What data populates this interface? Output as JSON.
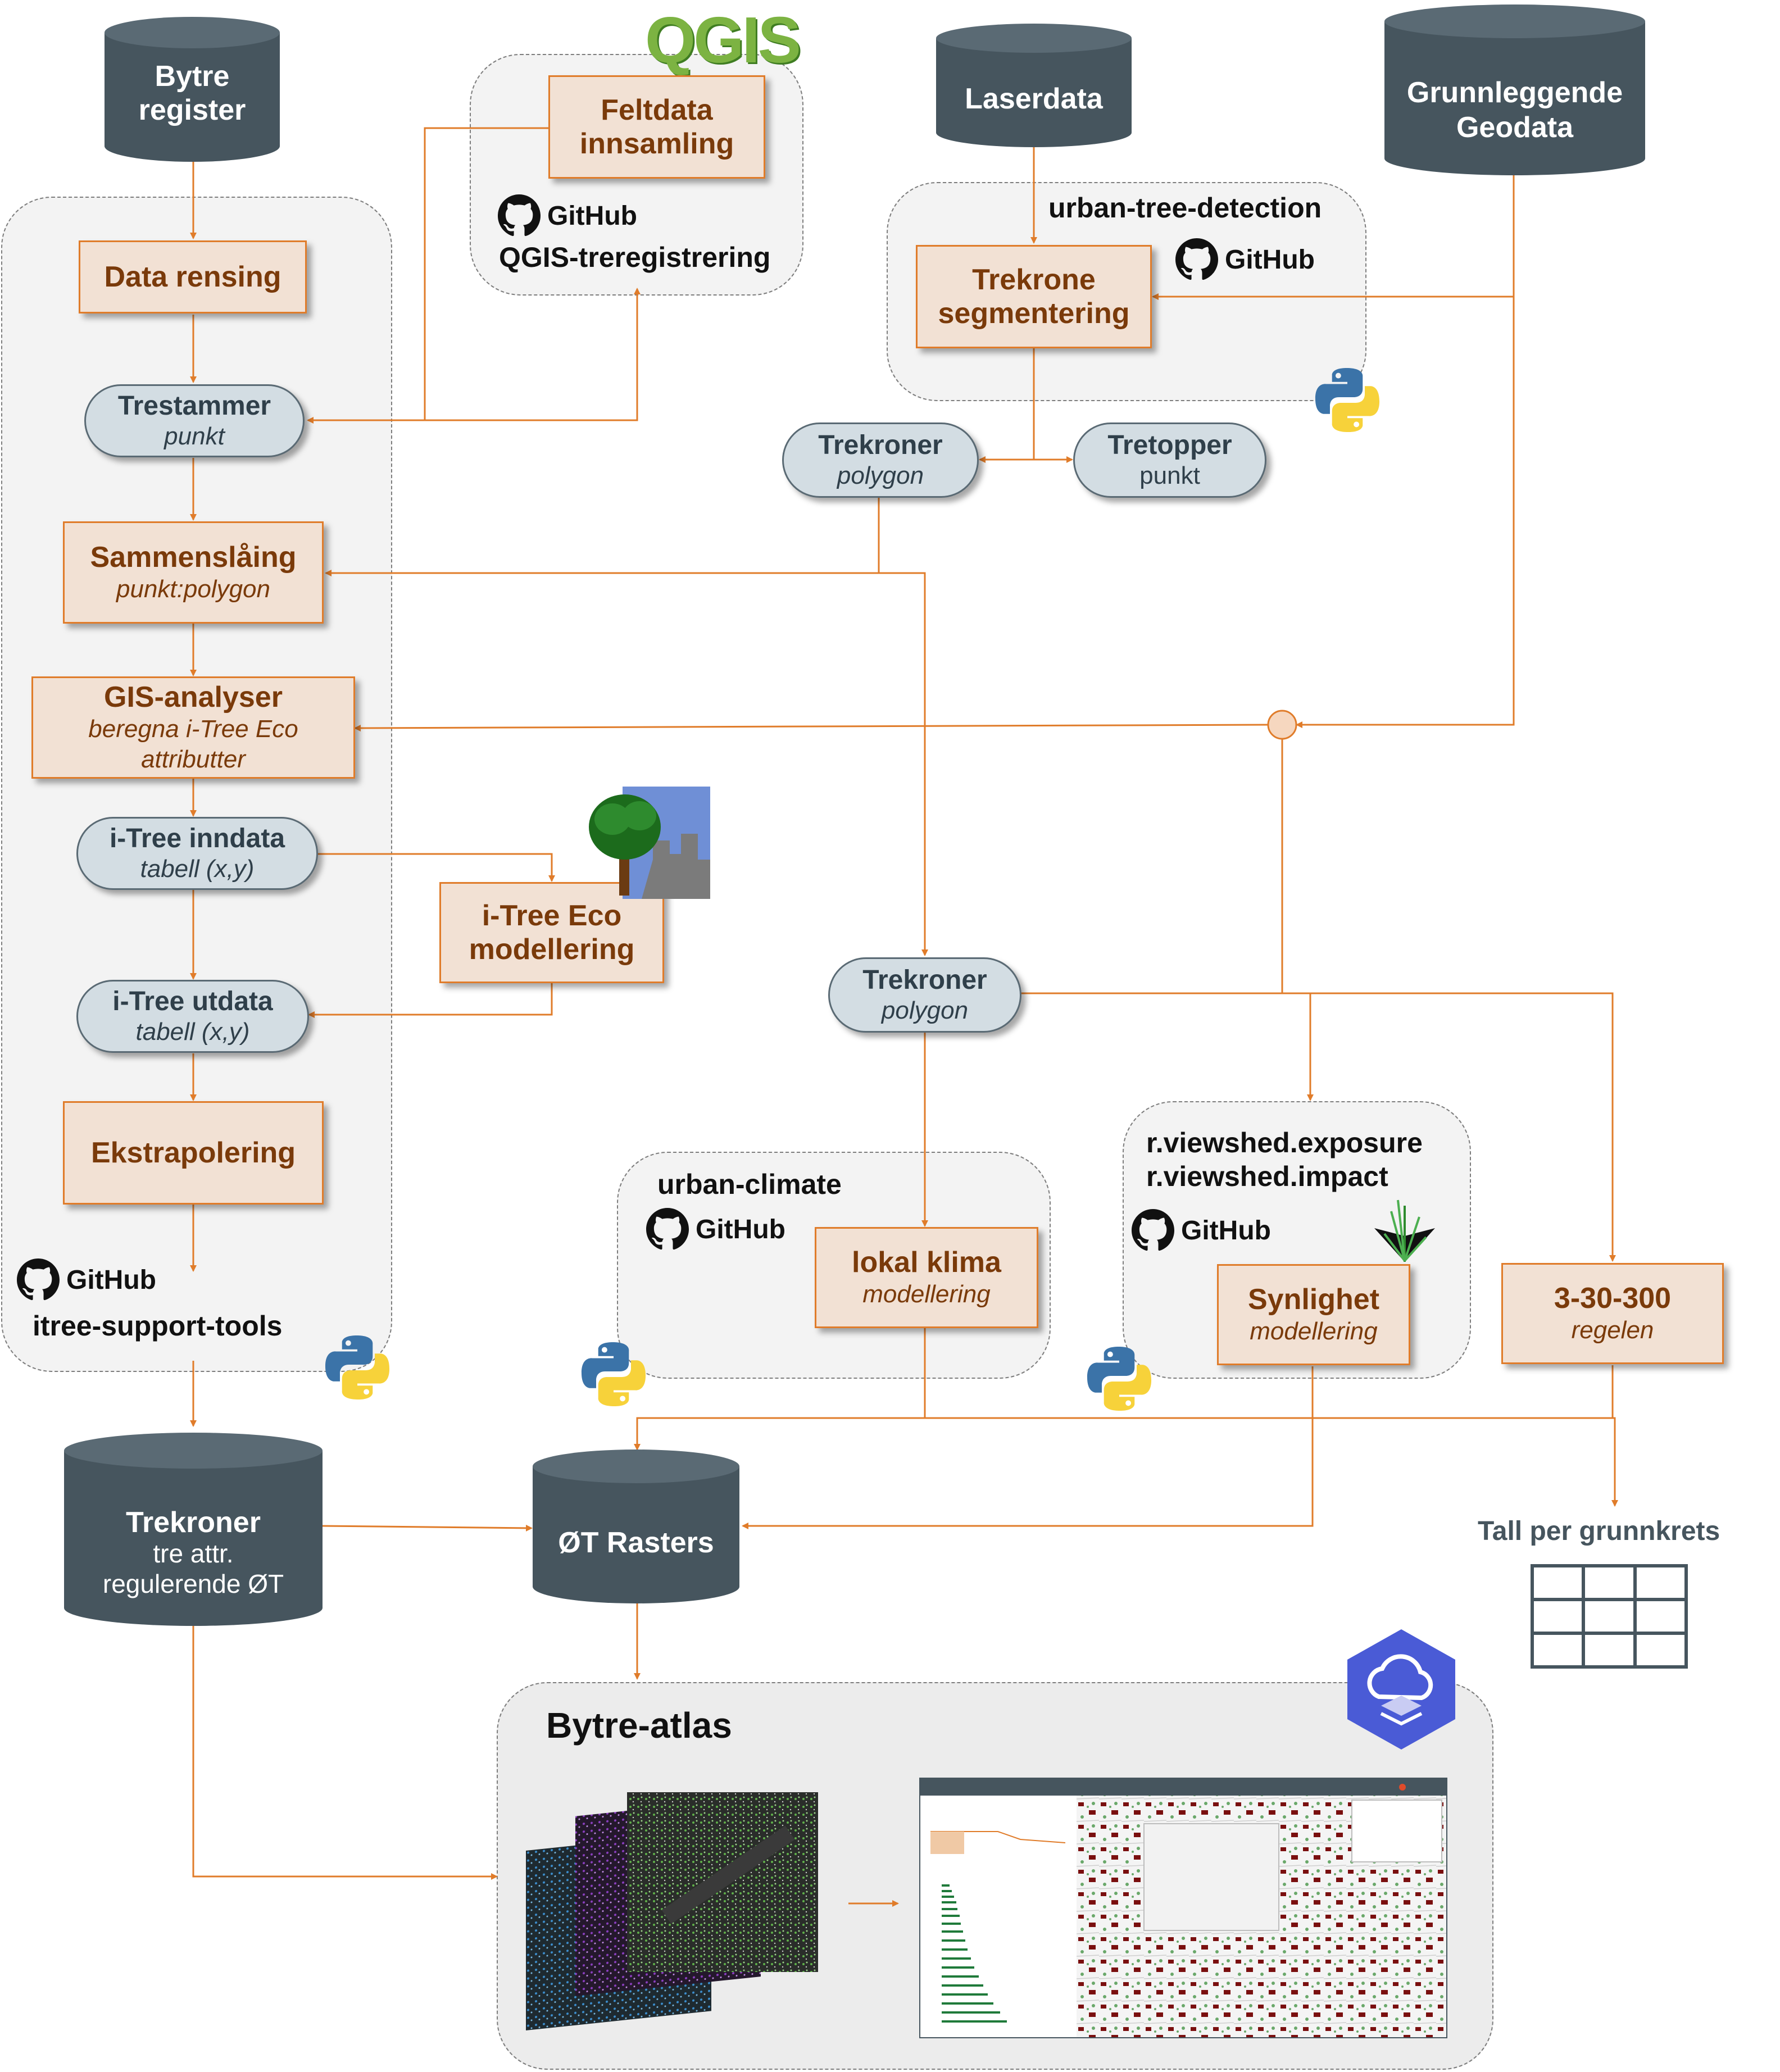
{
  "databases": {
    "bytre_register": "Bytre\nregister",
    "laserdata": "Laserdata",
    "grunnleggende_geodata": "Grunnleggende\nGeodata",
    "trekroner_db": {
      "title": "Trekroner",
      "line2": "tre attr.",
      "line3": "regulerende ØT"
    },
    "ot_rasters": "ØT Rasters"
  },
  "logos": {
    "qgis": "QGIS",
    "github_word": "GitHub"
  },
  "groups": {
    "qgis_tree": "QGIS-treregistrering",
    "urban_tree_detection": "urban-tree-detection",
    "itree_support_tools": "itree-support-tools",
    "urban_climate": "urban-climate",
    "viewshed": "r.viewshed.exposure\nr.viewshed.impact",
    "atlas": "Bytre-atlas"
  },
  "process_boxes": {
    "feltdata": {
      "title": "Feltdata\ninnsamling"
    },
    "data_rensing": {
      "title": "Data rensing"
    },
    "trekrone_seg": {
      "title": "Trekrone\nsegmentering"
    },
    "sammenslaaing": {
      "title": "Sammenslåing",
      "sub": "punkt:polygon"
    },
    "gis_analyser": {
      "title": "GIS-analyser",
      "sub": "beregna i-Tree Eco attributter"
    },
    "itree_eco": {
      "title": "i-Tree Eco\nmodellering"
    },
    "ekstrapolering": {
      "title": "Ekstrapolering"
    },
    "lokal_klima": {
      "title": "lokal klima",
      "sub": "modellering"
    },
    "synlighet": {
      "title": "Synlighet",
      "sub": "modellering"
    },
    "regel": {
      "title": "3-30-300",
      "sub": "regelen"
    }
  },
  "data_pills": {
    "trestammer": {
      "title": "Trestammer",
      "sub": "punkt"
    },
    "trekroner_top": {
      "title": "Trekroner",
      "sub": "polygon"
    },
    "tretopper": {
      "title": "Tretopper",
      "sub": "punkt"
    },
    "itree_inndata": {
      "title": "i-Tree inndata",
      "sub": "tabell (x,y)"
    },
    "itree_utdata": {
      "title": "i-Tree utdata",
      "sub": "tabell (x,y)"
    },
    "trekroner_mid": {
      "title": "Trekroner",
      "sub": "polygon"
    }
  },
  "outputs": {
    "tall_per_grunnkrets": "Tall per grunnkrets"
  },
  "colors": {
    "arrow": "#e07c2a",
    "box_fill": "#f2e1d4",
    "db_fill": "#46555e",
    "pill_fill": "#d3dde3",
    "atlas_icon": "#4a5bd6"
  }
}
